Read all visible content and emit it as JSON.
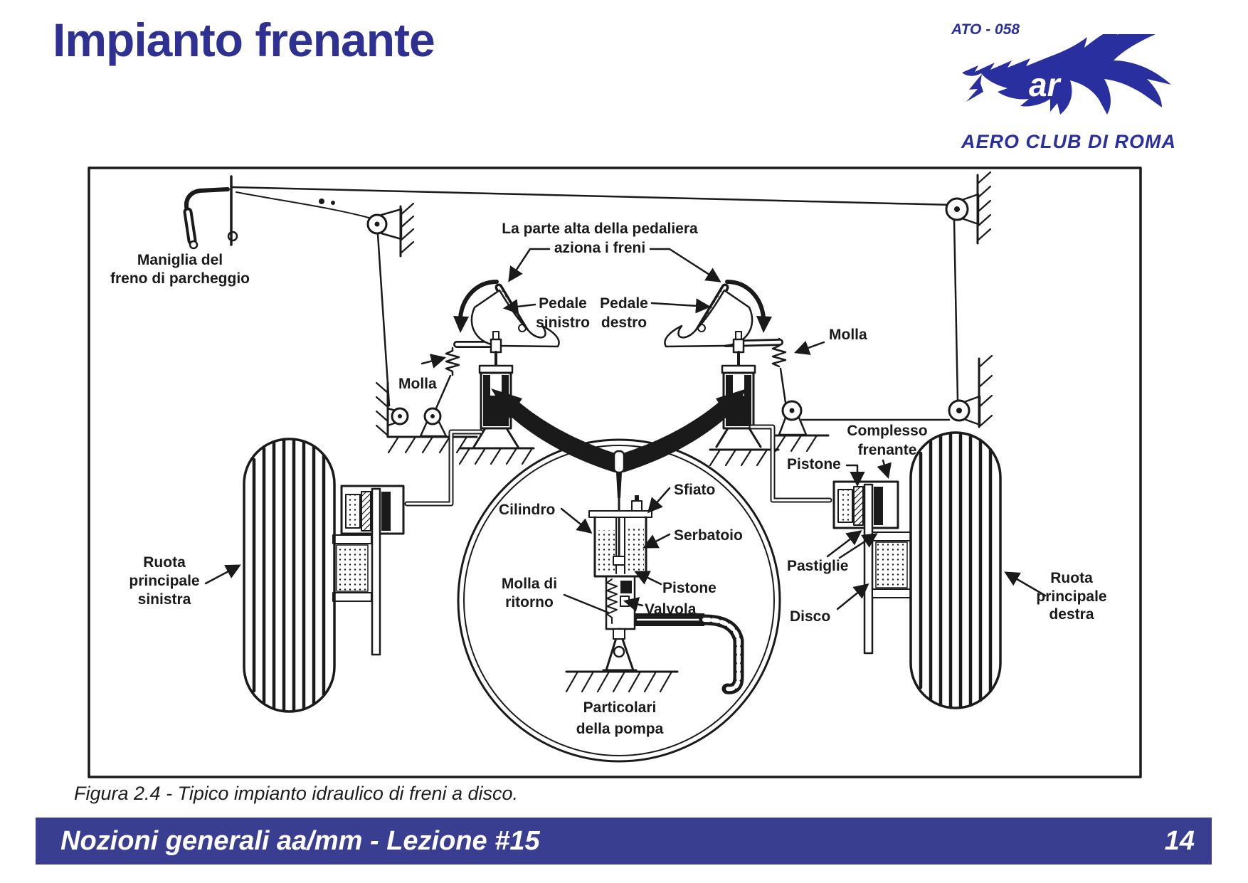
{
  "slide": {
    "title": "Impianto frenante",
    "caption": "Figura 2.4 - Tipico impianto idraulico di freni a disco.",
    "footer": {
      "course": "Nozioni generali aa/mm - Lezione #15",
      "page": "14"
    },
    "colors": {
      "title_blue": "#2e3191",
      "footer_bar_blue": "#3a3e90",
      "logo_blue": "#2a2fa0",
      "ink": "#1a1a1a"
    }
  },
  "logo": {
    "ato_code": "ATO - 058",
    "club_name": "AERO CLUB DI ROMA",
    "monogram": "ar"
  },
  "diagram": {
    "labels": {
      "parking_handle": [
        "Maniglia del",
        "freno di parcheggio"
      ],
      "pedals_top": [
        "La parte alta della pedaliera",
        "aziona i freni"
      ],
      "pedal_left": [
        "Pedale",
        "sinistro"
      ],
      "pedal_right": [
        "Pedale",
        "destro"
      ],
      "spring_left": "Molla",
      "spring_right": "Molla",
      "brake_assembly": [
        "Complesso",
        "frenante"
      ],
      "piston_right": "Pistone",
      "pads": "Pastiglie",
      "disc": "Disco",
      "wheel_left": [
        "Ruota",
        "principale",
        "sinistra"
      ],
      "wheel_right": [
        "Ruota",
        "principale",
        "destra"
      ],
      "cylinder": "Cilindro",
      "vent": "Sfiato",
      "reservoir": "Serbatoio",
      "return_spring": [
        "Molla di",
        "ritorno"
      ],
      "piston_pump": "Pistone",
      "valve": "Valvola",
      "pump_detail": [
        "Particolari",
        "della pompa"
      ]
    }
  }
}
